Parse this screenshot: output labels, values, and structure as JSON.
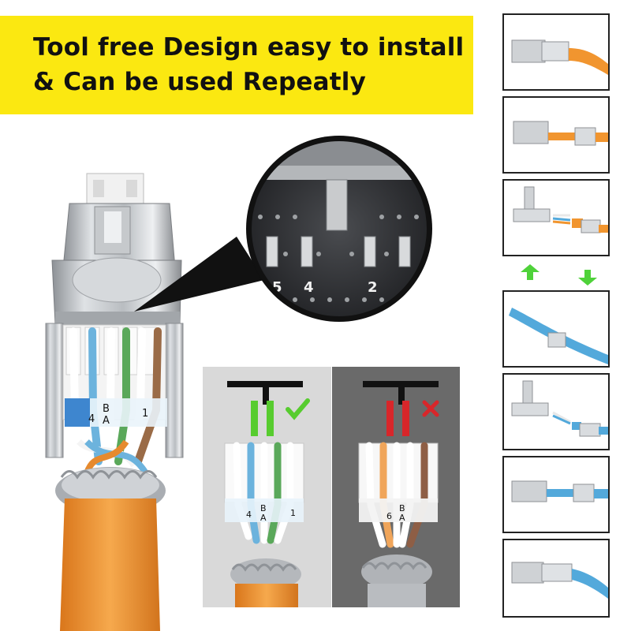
{
  "banner": {
    "line1": "Tool free Design easy to install",
    "line2": "& Can be used Repeatly"
  },
  "zoom_numbers": [
    "5",
    "4",
    "2"
  ],
  "plug_label": {
    "b": "B",
    "a": "A",
    "n4": "4",
    "n1": "1"
  },
  "panel_left_label": {
    "n4": "4",
    "b": "B",
    "a": "A",
    "n1": "1"
  },
  "panel_right_label": {
    "b": "B",
    "a": "A",
    "n6": "6"
  },
  "colors": {
    "banner": "#fbe811",
    "check": "#57cc2f",
    "cross": "#d8262a",
    "orange_cable": "#f1952f",
    "blue_cable": "#53a9db",
    "arrow": "#4fd23a"
  },
  "icons": [
    "check-icon",
    "cross-icon",
    "arrow-up-icon",
    "arrow-down-icon"
  ]
}
